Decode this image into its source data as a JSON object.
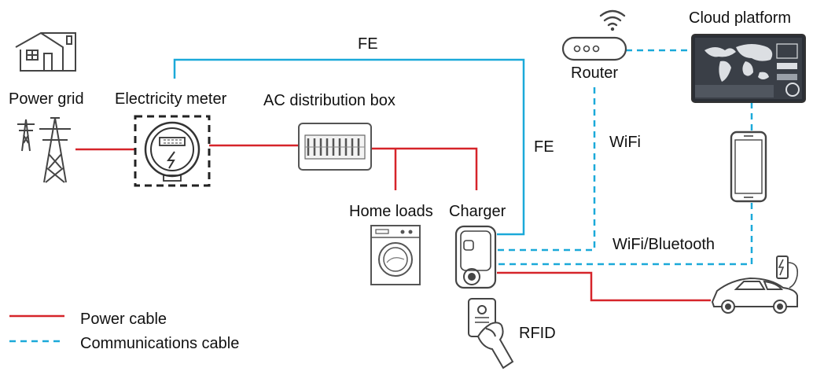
{
  "labels": {
    "power_grid": "Power grid",
    "electricity_meter": "Electricity meter",
    "ac_box": "AC distribution box",
    "home_loads": "Home loads",
    "charger": "Charger",
    "router": "Router",
    "cloud_platform": "Cloud platform",
    "fe_top": "FE",
    "fe_side": "FE",
    "wifi": "WiFi",
    "wifi_bluetooth": "WiFi/Bluetooth",
    "rfid": "RFID"
  },
  "legend": {
    "power_cable": "Power cable",
    "communications_cable": "Communications cable"
  },
  "colors": {
    "power_cable": "#d6242a",
    "communications_cable": "#1ba9d9",
    "icon_stroke": "#333333"
  }
}
